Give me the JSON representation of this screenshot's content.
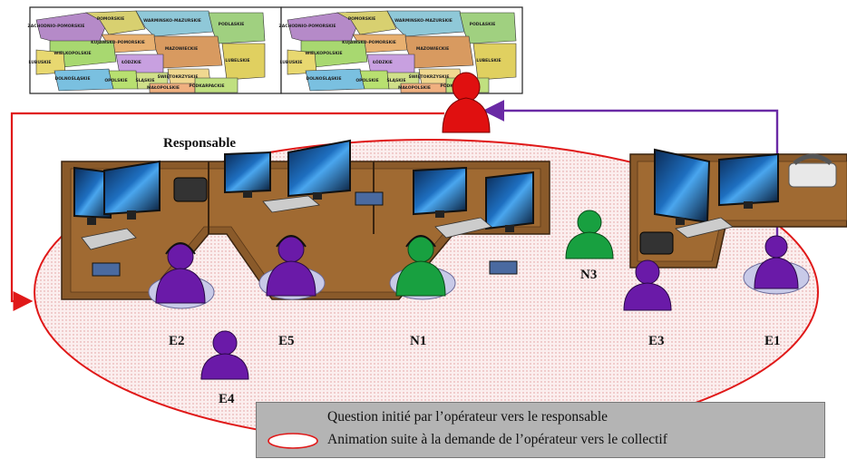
{
  "colors": {
    "question_arrow": "#6a2aa5",
    "animation_ellipse": "#e01818",
    "responsible": "#e01010",
    "operator_purple": "#6a1aa8",
    "operator_green": "#18a040",
    "desk": "#8a5a2a",
    "legend_bg": "#b4b4b4"
  },
  "maps": {
    "regions": [
      "ZACHODNIO-POMORSKIE",
      "POMORSKIE",
      "WARMINSKO-MAZURSKIE",
      "PODLASKIE",
      "KUJAWSKO-POMORSKIE",
      "WIELKOPOLSKIE",
      "MAZOWIECKIE",
      "LUBUSKIE",
      "ŁÓDZKIE",
      "LUBELSKIE",
      "DOLNOŚLĄSKIE",
      "OPOLSKIE",
      "ŚLĄSKIE",
      "ŚWIĘTOKRZYSKIE",
      "MAŁOPOLSKIE",
      "PODKARPACKIE"
    ]
  },
  "labels": {
    "responsable": "Responsable",
    "E1": "E1",
    "E2": "E2",
    "E3": "E3",
    "E4": "E4",
    "E5": "E5",
    "N1": "N1",
    "N3": "N3"
  },
  "legend": {
    "question": "Question  initié par l’opérateur vers le responsable",
    "animation": "Animation  suite à la demande de l’opérateur vers le collectif"
  }
}
